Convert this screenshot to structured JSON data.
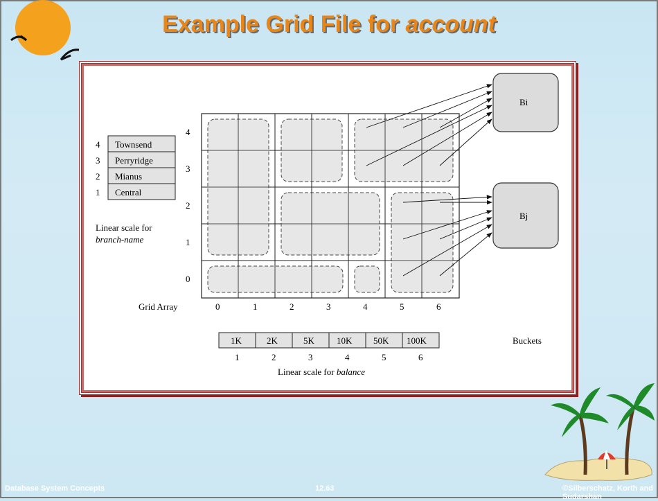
{
  "slide": {
    "title_prefix": "Example Grid File for",
    "title_emph": "account",
    "footer_left": "Database System Concepts",
    "footer_center": "12.63",
    "footer_right": "©Silberschatz, Korth and Sudarshan"
  },
  "branch_scale": {
    "rows": [
      {
        "index": "4",
        "name": "Townsend"
      },
      {
        "index": "3",
        "name": "Perryridge"
      },
      {
        "index": "2",
        "name": "Mianus"
      },
      {
        "index": "1",
        "name": "Central"
      }
    ],
    "caption_line1": "Linear scale for",
    "caption_line2": "branch-name"
  },
  "grid": {
    "row_labels": [
      "4",
      "3",
      "2",
      "1",
      "0"
    ],
    "col_labels": [
      "0",
      "1",
      "2",
      "3",
      "4",
      "5",
      "6"
    ],
    "axis_label": "Grid Array"
  },
  "buckets": {
    "bi": "Bi",
    "bj": "Bj",
    "label": "Buckets"
  },
  "balance_scale": {
    "values": [
      "1K",
      "2K",
      "5K",
      "10K",
      "50K",
      "100K"
    ],
    "indices": [
      "1",
      "2",
      "3",
      "4",
      "5",
      "6"
    ],
    "caption_prefix": "Linear scale for",
    "caption_emph": "balance"
  },
  "colors": {
    "title": "#e8861a",
    "frame": "#b03030",
    "cell_fill": "#e3e3e3",
    "bucket_fill": "#dcdcdc"
  }
}
